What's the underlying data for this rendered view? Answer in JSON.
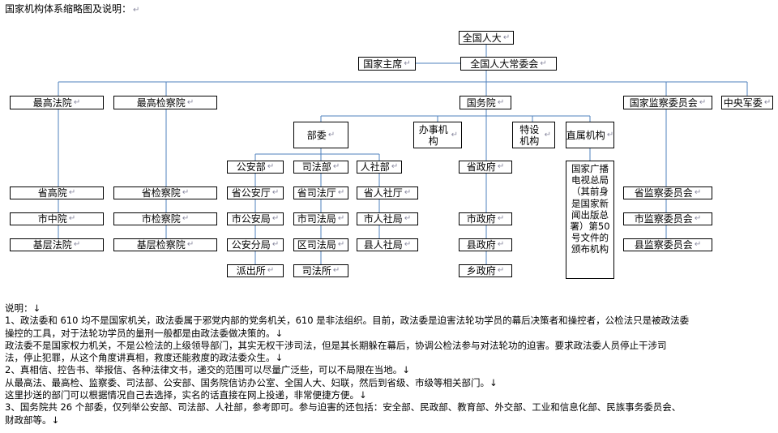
{
  "title": "国家机构体系缩略图及说明：",
  "para_mark": "↵",
  "nodes": {
    "npc": "全国人大",
    "president": "国家主席",
    "npcsc": "全国人大常委会",
    "court": "最高法院",
    "procuratorate": "最高检察院",
    "state_council": "国务院",
    "supervision": "国家监察委员会",
    "cmc": "中央军委",
    "ministries": "部委",
    "offices": "办事机构",
    "special": "特设机构",
    "direct": "直属机构",
    "public_security": "公安部",
    "prov_public_security": "省公安厅",
    "city_public_security": "市公安局",
    "public_security_branch": "公安分局",
    "police_station": "派出所",
    "justice": "司法部",
    "prov_justice": "省司法厅",
    "city_justice": "市司法局",
    "district_justice": "区司法局",
    "justice_office": "司法所",
    "hr": "人社部",
    "prov_hr": "省人社厅",
    "city_hr": "市人社局",
    "county_hr": "县人社局",
    "prov_gov": "省政府",
    "city_gov": "市政府",
    "county_gov": "县政府",
    "town_gov": "乡政府",
    "sarft": "国家广播电视总局（其前身是国家新闻出版总署）第50号文件的颁布机构",
    "high_court": "省高院",
    "mid_court": "市中院",
    "basic_court": "基层法院",
    "prov_proc": "省检察院",
    "city_proc": "市检察院",
    "basic_proc": "基层检察院",
    "prov_sup": "省监察委员会",
    "city_sup": "市监察委员会",
    "county_sup": "县监察委员会"
  },
  "notes": [
    "说明：↓",
    "1、政法委和 610 均不是国家机关，政法委属于邪党内部的党务机关，610 是非法组织。目前，政法委是迫害法轮功学员的幕后决策者和操控者，公检法只是被政法委",
    "操控的工具，对于法轮功学员的量刑一般都是由政法委做决策的。↓",
    "政法委不是国家权力机关，不是公检法的上级领导部门，其实无权干涉司法，但是其长期躲在幕后，协调公检法参与对法轮功的迫害。要求政法委人员停止干涉司",
    "法，停止犯罪，从这个角度讲真相，救度还能救度的政法委众生。↓",
    "2、真相信、控告书、举报信、各种法律文书，递交的范围可以尽量广泛些，可以不局限在当地。↓",
    "从最高法、最高检、监察委、司法部、公安部、国务院信访办公室、全国人大、妇联，然后到省级、市级等相关部门。↓",
    "这里抄送的部门可以根据情况自己去选择，实名的话直接在网上投递，非常便捷方便。↓",
    "3、国务院共 26 个部委，仅列举公安部、司法部、人社部，参考即可。参与迫害的还包括：安全部、民政部、教育部、外交部、工业和信息化部、民族事务委员会、",
    "财政部等。↓"
  ],
  "colors": {
    "line": "#4f81bd",
    "box_border": "#000000",
    "mark": "#8a8aa0"
  }
}
